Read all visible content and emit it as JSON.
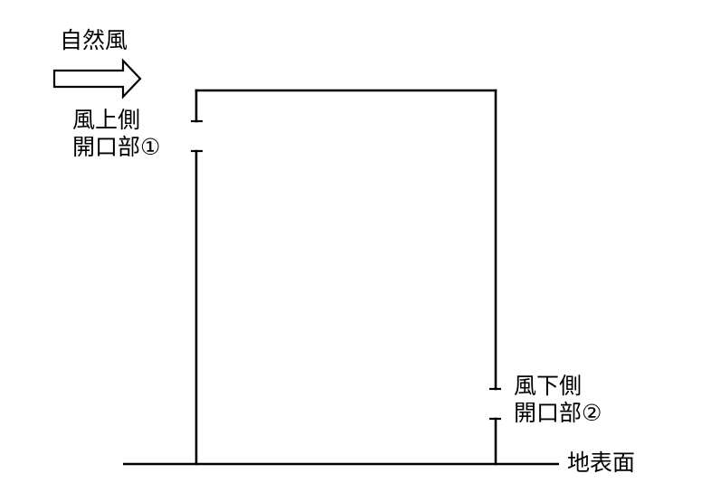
{
  "wind": {
    "label": "自然風",
    "icon": "right-arrow-outline-icon"
  },
  "upwind_opening": {
    "line1": "風上側",
    "line2": "開口部①"
  },
  "downwind_opening": {
    "line1": "風下側",
    "line2": "開口部②"
  },
  "ground": {
    "label": "地表面"
  },
  "colors": {
    "line": "#000000",
    "background": "#ffffff"
  }
}
